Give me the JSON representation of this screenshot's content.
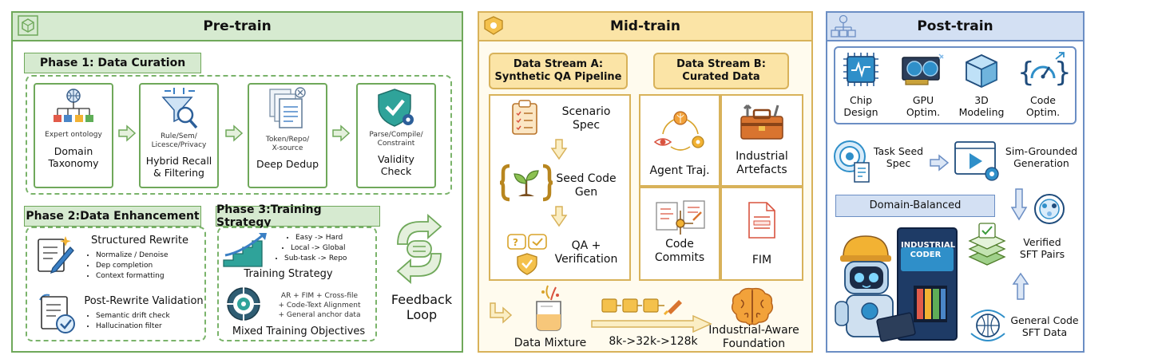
{
  "pretrain": {
    "title": "Pre-train",
    "phase1": {
      "label": "Phase 1: Data Curation",
      "steps": [
        {
          "caption": "Expert ontology",
          "title": "Domain\nTaxonomy"
        },
        {
          "caption": "Rule/Sem/\nLicesce/Privacy",
          "title": "Hybrid Recall\n& Filtering"
        },
        {
          "caption": "Token/Repo/\nX-source",
          "title": "Deep Dedup"
        },
        {
          "caption": "Parse/Compile/\nConstraint",
          "title": "Validity\nCheck"
        }
      ]
    },
    "phase2": {
      "label": "Phase 2:Data Enhancement",
      "rewrite_title": "Structured Rewrite",
      "rewrite_items": [
        "Normalize / Denoise",
        "Dep completion",
        "Context formatting"
      ],
      "validation_title": "Post-Rewrite Validation",
      "validation_items": [
        "Semantic drift check",
        "Hallucination filter"
      ]
    },
    "phase3": {
      "label": "Phase 3:Training Strategy",
      "strategy_items": [
        "Easy -> Hard",
        "Local -> Global",
        "Sub-task -> Repo"
      ],
      "strategy_title": "Training Strategy",
      "objectives_items": [
        "AR + FIM + Cross-file",
        "+ Code-Text Alignment",
        "+ General anchor data"
      ],
      "objectives_title": "Mixed Training Objectives"
    },
    "feedback": "Feedback\nLoop"
  },
  "midtrain": {
    "title": "Mid-train",
    "stream_a": "Data Stream A:\nSynthetic QA Pipeline",
    "stream_b": "Data Stream B:\nCurated Data",
    "a_steps": [
      "Scenario\nSpec",
      "Seed Code\nGen",
      "QA +\nVerification"
    ],
    "b_cells": [
      "Agent Traj.",
      "Industrial\nArtefacts",
      "Code\nCommits",
      "FIM"
    ],
    "mixture": "Data Mixture",
    "context": "8k->32k->128k",
    "foundation": "Industrial-Aware\nFoundation"
  },
  "posttrain": {
    "title": "Post-train",
    "domains": [
      "Chip\nDesign",
      "GPU\nOptim.",
      "3D\nModeling",
      "Code\nOptim."
    ],
    "task_seed": "Task Seed\nSpec",
    "sim": "Sim-Grounded\nGeneration",
    "balanced": "Domain-Balanced",
    "robot_text": "INDUSTRIAL\nCODER",
    "verified": "Verified\nSFT Pairs",
    "general": "General Code\nSFT Data"
  },
  "colors": {
    "pre": "#6fa85a",
    "mid": "#d8b25a",
    "post": "#6b8ec4"
  }
}
